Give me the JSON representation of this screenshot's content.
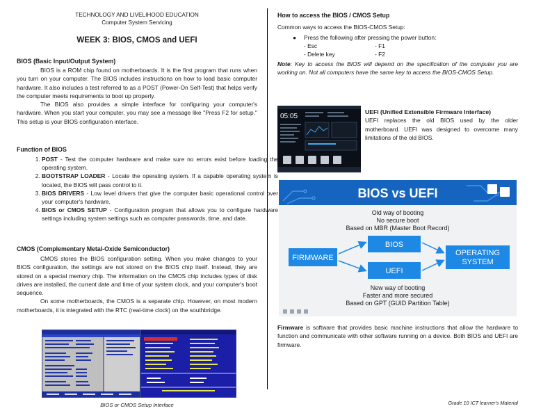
{
  "header": {
    "line1": "TECHNOLOGY AND LIVELIHOOD EDUCATION",
    "line2": "Computer System Servicing",
    "week_title": "WEEK 3: BIOS, CMOS and UEFI"
  },
  "bios": {
    "heading": "BIOS (Basic Input/Output System)",
    "p1": "BIOS is a ROM chip found on motherboards. It is the first program that runs when you turn on your computer. The BIOS includes instructions on how to load basic computer hardware. It also includes a test referred to as a POST (Power-On Self-Test) that helps verify the computer meets requirements to boot up properly.",
    "p2": "The BIOS also provides a simple interface for configuring your computer's hardware. When you start your computer, you may see a message like \"Press F2 for setup.\" This setup is your BIOS configuration interface."
  },
  "functions": {
    "heading": "Function of BIOS",
    "items": [
      {
        "term": "POST",
        "text": " - Test the computer hardware and make sure no errors exist before loading the operating system."
      },
      {
        "term": "BOOTSTRAP LOADER",
        "text": " - Locate the operating system. If a capable operating system is located, the BIOS will pass control to it."
      },
      {
        "term": "BIOS DRIVERS",
        "text": " - Low level drivers that give the computer basic operational control over your computer's hardware."
      },
      {
        "term": "BIOS or CMOS SETUP",
        "text": " - Configuration program that allows you to configure hardware settings including system settings such as computer passwords, time, and date."
      }
    ]
  },
  "cmos": {
    "heading": "CMOS (Complementary Metal-Oxide Semiconductor)",
    "p1": "CMOS stores the BIOS configuration setting. When you make changes to your BIOS configuration, the settings are not stored on the BIOS chip itself. Instead, they are stored on a special memory chip. The information on the CMOS chip includes types of disk drives are installed, the current date and time of your system clock, and your computer's boot sequence.",
    "p2": "On some motherboards, the CMOS is a separate chip. However, on most modern motherboards, it is integrated with the RTC (real-time clock) on the southbridge."
  },
  "caption": "BIOS or CMOS Setup Interface",
  "access": {
    "heading": "How to access the BIOS / CMOS Setup",
    "intro": "Common ways to access the BIOS-CMOS Setup:",
    "bullet": "Press the following after pressing the power button:",
    "keys": [
      "- Esc",
      "- F1",
      "- Delete key",
      "- F2"
    ],
    "note_label": "Note",
    "note_text": ": Key to access the BIOS will depend on the specification of the computer you are working on. Not all computers have the same key to access the BIOS-CMOS Setup."
  },
  "uefi": {
    "heading": "UEFI (Unified Extensible Firmware Interface)",
    "text": "UEFI replaces the old BIOS used by the older motherboard. UEFI was designed to overcome many limitations of the old BIOS.",
    "screen_time": "05:05"
  },
  "diagram": {
    "title": "BIOS vs UEFI",
    "old_1": "Old way of booting",
    "old_2": "No secure boot",
    "old_3": "Based on MBR (Master Boot Record)",
    "firmware": "FIRMWARE",
    "bios": "BIOS",
    "uefi": "UEFI",
    "os_1": "OPERATING",
    "os_2": "SYSTEM",
    "new_1": "New way of booting",
    "new_2": "Faster and more secured",
    "new_3": "Based on GPT (GUID Partition Table)",
    "colors": {
      "banner": "#1565c0",
      "box": "#1e88e5",
      "bg": "#f1f2f4"
    }
  },
  "firmware": {
    "term": "Firmware",
    "text": " is software that provides basic machine instructions that allow the hardware to function and communicate with other software running on a device. Both BIOS and UEFI are firmware."
  },
  "footer": "Grade 10 ICT learner's Material"
}
